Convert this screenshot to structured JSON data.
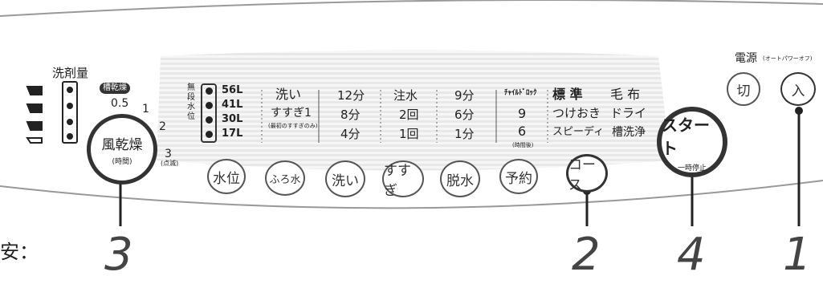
{
  "detergent": {
    "label": "洗剤量"
  },
  "tub_dry": {
    "label": "槽乾燥"
  },
  "dry_dial": {
    "label": "風乾燥",
    "sub": "(時間)",
    "ticks": [
      "0.5",
      "1",
      "2",
      "3"
    ],
    "tick_note": "(点滅)"
  },
  "water_level": {
    "vertical_label": [
      "無",
      "段",
      "水",
      "位"
    ],
    "levels": [
      "56L",
      "41L",
      "30L",
      "17L"
    ]
  },
  "wash_cols": {
    "col1": [
      "洗い",
      "すすぎ1",
      "(最初のすすぎのみ)"
    ],
    "col2": [
      "12分",
      "8分",
      "4分"
    ],
    "col3": [
      "注水",
      "2回",
      "1回"
    ],
    "col4": [
      "9分",
      "6分",
      "1分"
    ],
    "col5_head": "ﾁｬｲﾙﾄﾞﾛｯｸ",
    "col5": [
      "9",
      "6",
      "(時間後)"
    ]
  },
  "courses": [
    "標 準",
    "毛 布",
    "つけおき",
    "ドライ",
    "スピーディ",
    "槽洗浄"
  ],
  "buttons": [
    "水位",
    "ふろ水",
    "洗い",
    "すすぎ",
    "脱水",
    "予約",
    "コース"
  ],
  "start": {
    "label": "スタート",
    "sub": "一時停止"
  },
  "power": {
    "label": "電源",
    "note": "(オートパワーオフ)",
    "off": "切",
    "on": "入"
  },
  "steps": {
    "n3": "3",
    "n2": "2",
    "n4": "4",
    "n1": "1"
  },
  "caption": "安："
}
